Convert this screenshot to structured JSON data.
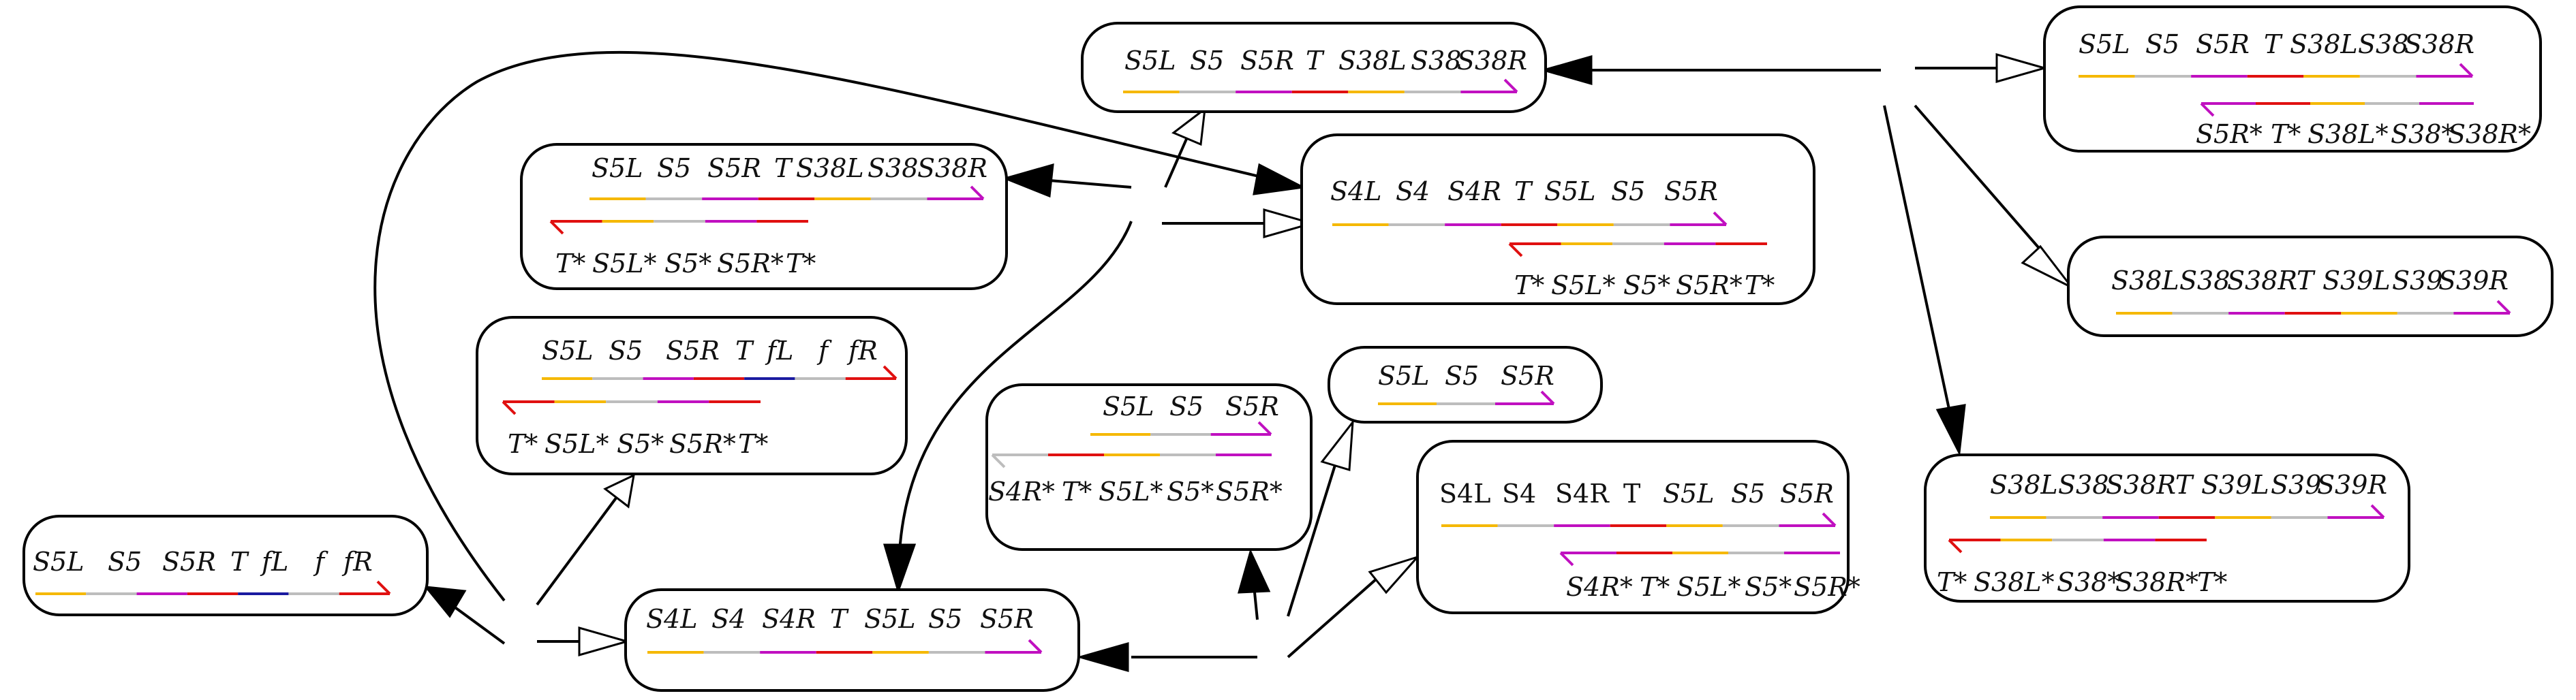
{
  "colors": {
    "yellow": "#f5b800",
    "gray": "#bdbdbd",
    "magenta": "#c010c0",
    "red": "#e01010",
    "navy": "#1a1aa0"
  },
  "nodes": [
    {
      "id": "n1",
      "top_labels": [
        "S5L",
        "S5",
        "S5R",
        "T",
        "S38L",
        "S38",
        "S38R"
      ],
      "top_strand": [
        "yellow",
        "gray",
        "magenta",
        "red",
        "yellow",
        "gray",
        "magenta"
      ],
      "bottom_strand": [],
      "bottom_labels": []
    },
    {
      "id": "n2",
      "top_labels": [
        "S5L",
        "S5",
        "S5R",
        "T",
        "S38L",
        "S38",
        "S38R"
      ],
      "top_strand": [
        "yellow",
        "gray",
        "magenta",
        "red",
        "yellow",
        "gray",
        "magenta"
      ],
      "bottom_strand": [
        "red",
        "yellow",
        "gray",
        "magenta",
        "red"
      ],
      "bottom_labels": [
        "T*",
        "S5L*",
        "S5*",
        "S5R*",
        "T*"
      ]
    },
    {
      "id": "n3",
      "top_labels": [
        "S4L",
        "S4",
        "S4R",
        "T",
        "S5L",
        "S5",
        "S5R"
      ],
      "top_strand": [
        "yellow",
        "gray",
        "magenta",
        "red",
        "yellow",
        "gray",
        "magenta"
      ],
      "bottom_strand": [
        "red",
        "yellow",
        "gray",
        "magenta",
        "red"
      ],
      "bottom_labels": [
        "T*",
        "S5L*",
        "S5*",
        "S5R*",
        "T*"
      ]
    },
    {
      "id": "n4",
      "top_labels": [
        "S5L",
        "S5",
        "S5R",
        "T",
        "fL",
        "f",
        "fR"
      ],
      "top_strand": [
        "yellow",
        "gray",
        "magenta",
        "red",
        "navy",
        "gray",
        "red"
      ],
      "bottom_strand": [
        "red",
        "yellow",
        "gray",
        "magenta",
        "red"
      ],
      "bottom_labels": [
        "T*",
        "S5L*",
        "S5*",
        "S5R*",
        "T*"
      ]
    },
    {
      "id": "n5",
      "top_labels": [
        "S5L",
        "S5",
        "S5R"
      ],
      "top_strand": [
        "yellow",
        "gray",
        "magenta"
      ],
      "bottom_strand": [],
      "bottom_labels": []
    },
    {
      "id": "n6",
      "top_labels": [
        "S5L",
        "S5",
        "S5R"
      ],
      "top_strand": [
        "yellow",
        "gray",
        "magenta"
      ],
      "bottom_strand": [
        "gray",
        "red",
        "yellow",
        "gray",
        "magenta"
      ],
      "bottom_labels": [
        "S4R*",
        "T*",
        "S5L*",
        "S5*",
        "S5R*"
      ]
    },
    {
      "id": "n7",
      "top_labels": [
        "S4L",
        "S4",
        "S4R",
        "T",
        "S5L",
        "S5",
        "S5R"
      ],
      "top_strand": [
        "yellow",
        "gray",
        "magenta",
        "red",
        "yellow",
        "gray",
        "magenta"
      ],
      "bottom_strand": [
        "magenta",
        "red",
        "yellow",
        "gray",
        "magenta"
      ],
      "bottom_labels": [
        "S4R*",
        "T*",
        "S5L*",
        "S5*",
        "S5R*"
      ]
    },
    {
      "id": "n8",
      "top_labels": [
        "S5L",
        "S5",
        "S5R",
        "T",
        "fL",
        "f",
        "fR"
      ],
      "top_strand": [
        "yellow",
        "gray",
        "magenta",
        "red",
        "navy",
        "gray",
        "red"
      ],
      "bottom_strand": [],
      "bottom_labels": []
    },
    {
      "id": "n9",
      "top_labels": [
        "S4L",
        "S4",
        "S4R",
        "T",
        "S5L",
        "S5",
        "S5R"
      ],
      "top_strand": [
        "yellow",
        "gray",
        "magenta",
        "red",
        "yellow",
        "gray",
        "magenta"
      ],
      "bottom_strand": [],
      "bottom_labels": []
    },
    {
      "id": "n10",
      "top_labels": [
        "S5L",
        "S5",
        "S5R",
        "T",
        "S38L",
        "S38",
        "S38R"
      ],
      "top_strand": [
        "yellow",
        "gray",
        "magenta",
        "red",
        "yellow",
        "gray",
        "magenta"
      ],
      "bottom_strand": [
        "magenta",
        "red",
        "yellow",
        "gray",
        "magenta"
      ],
      "bottom_labels": [
        "S5R*",
        "T*",
        "S38L*",
        "S38*",
        "S38R*"
      ]
    },
    {
      "id": "n11",
      "top_labels": [
        "S38L",
        "S38",
        "S38R",
        "T",
        "S39L",
        "S39",
        "S39R"
      ],
      "top_strand": [
        "yellow",
        "gray",
        "magenta",
        "red",
        "yellow",
        "gray",
        "magenta"
      ],
      "bottom_strand": [],
      "bottom_labels": []
    },
    {
      "id": "n12",
      "top_labels": [
        "S38L",
        "S38",
        "S38R",
        "T",
        "S39L",
        "S39",
        "S39R"
      ],
      "top_strand": [
        "yellow",
        "gray",
        "magenta",
        "red",
        "yellow",
        "gray",
        "magenta"
      ],
      "bottom_strand": [
        "red",
        "yellow",
        "gray",
        "magenta",
        "red"
      ],
      "bottom_labels": [
        "T*",
        "S38L*",
        "S38*",
        "S38R*",
        "T*"
      ]
    }
  ]
}
